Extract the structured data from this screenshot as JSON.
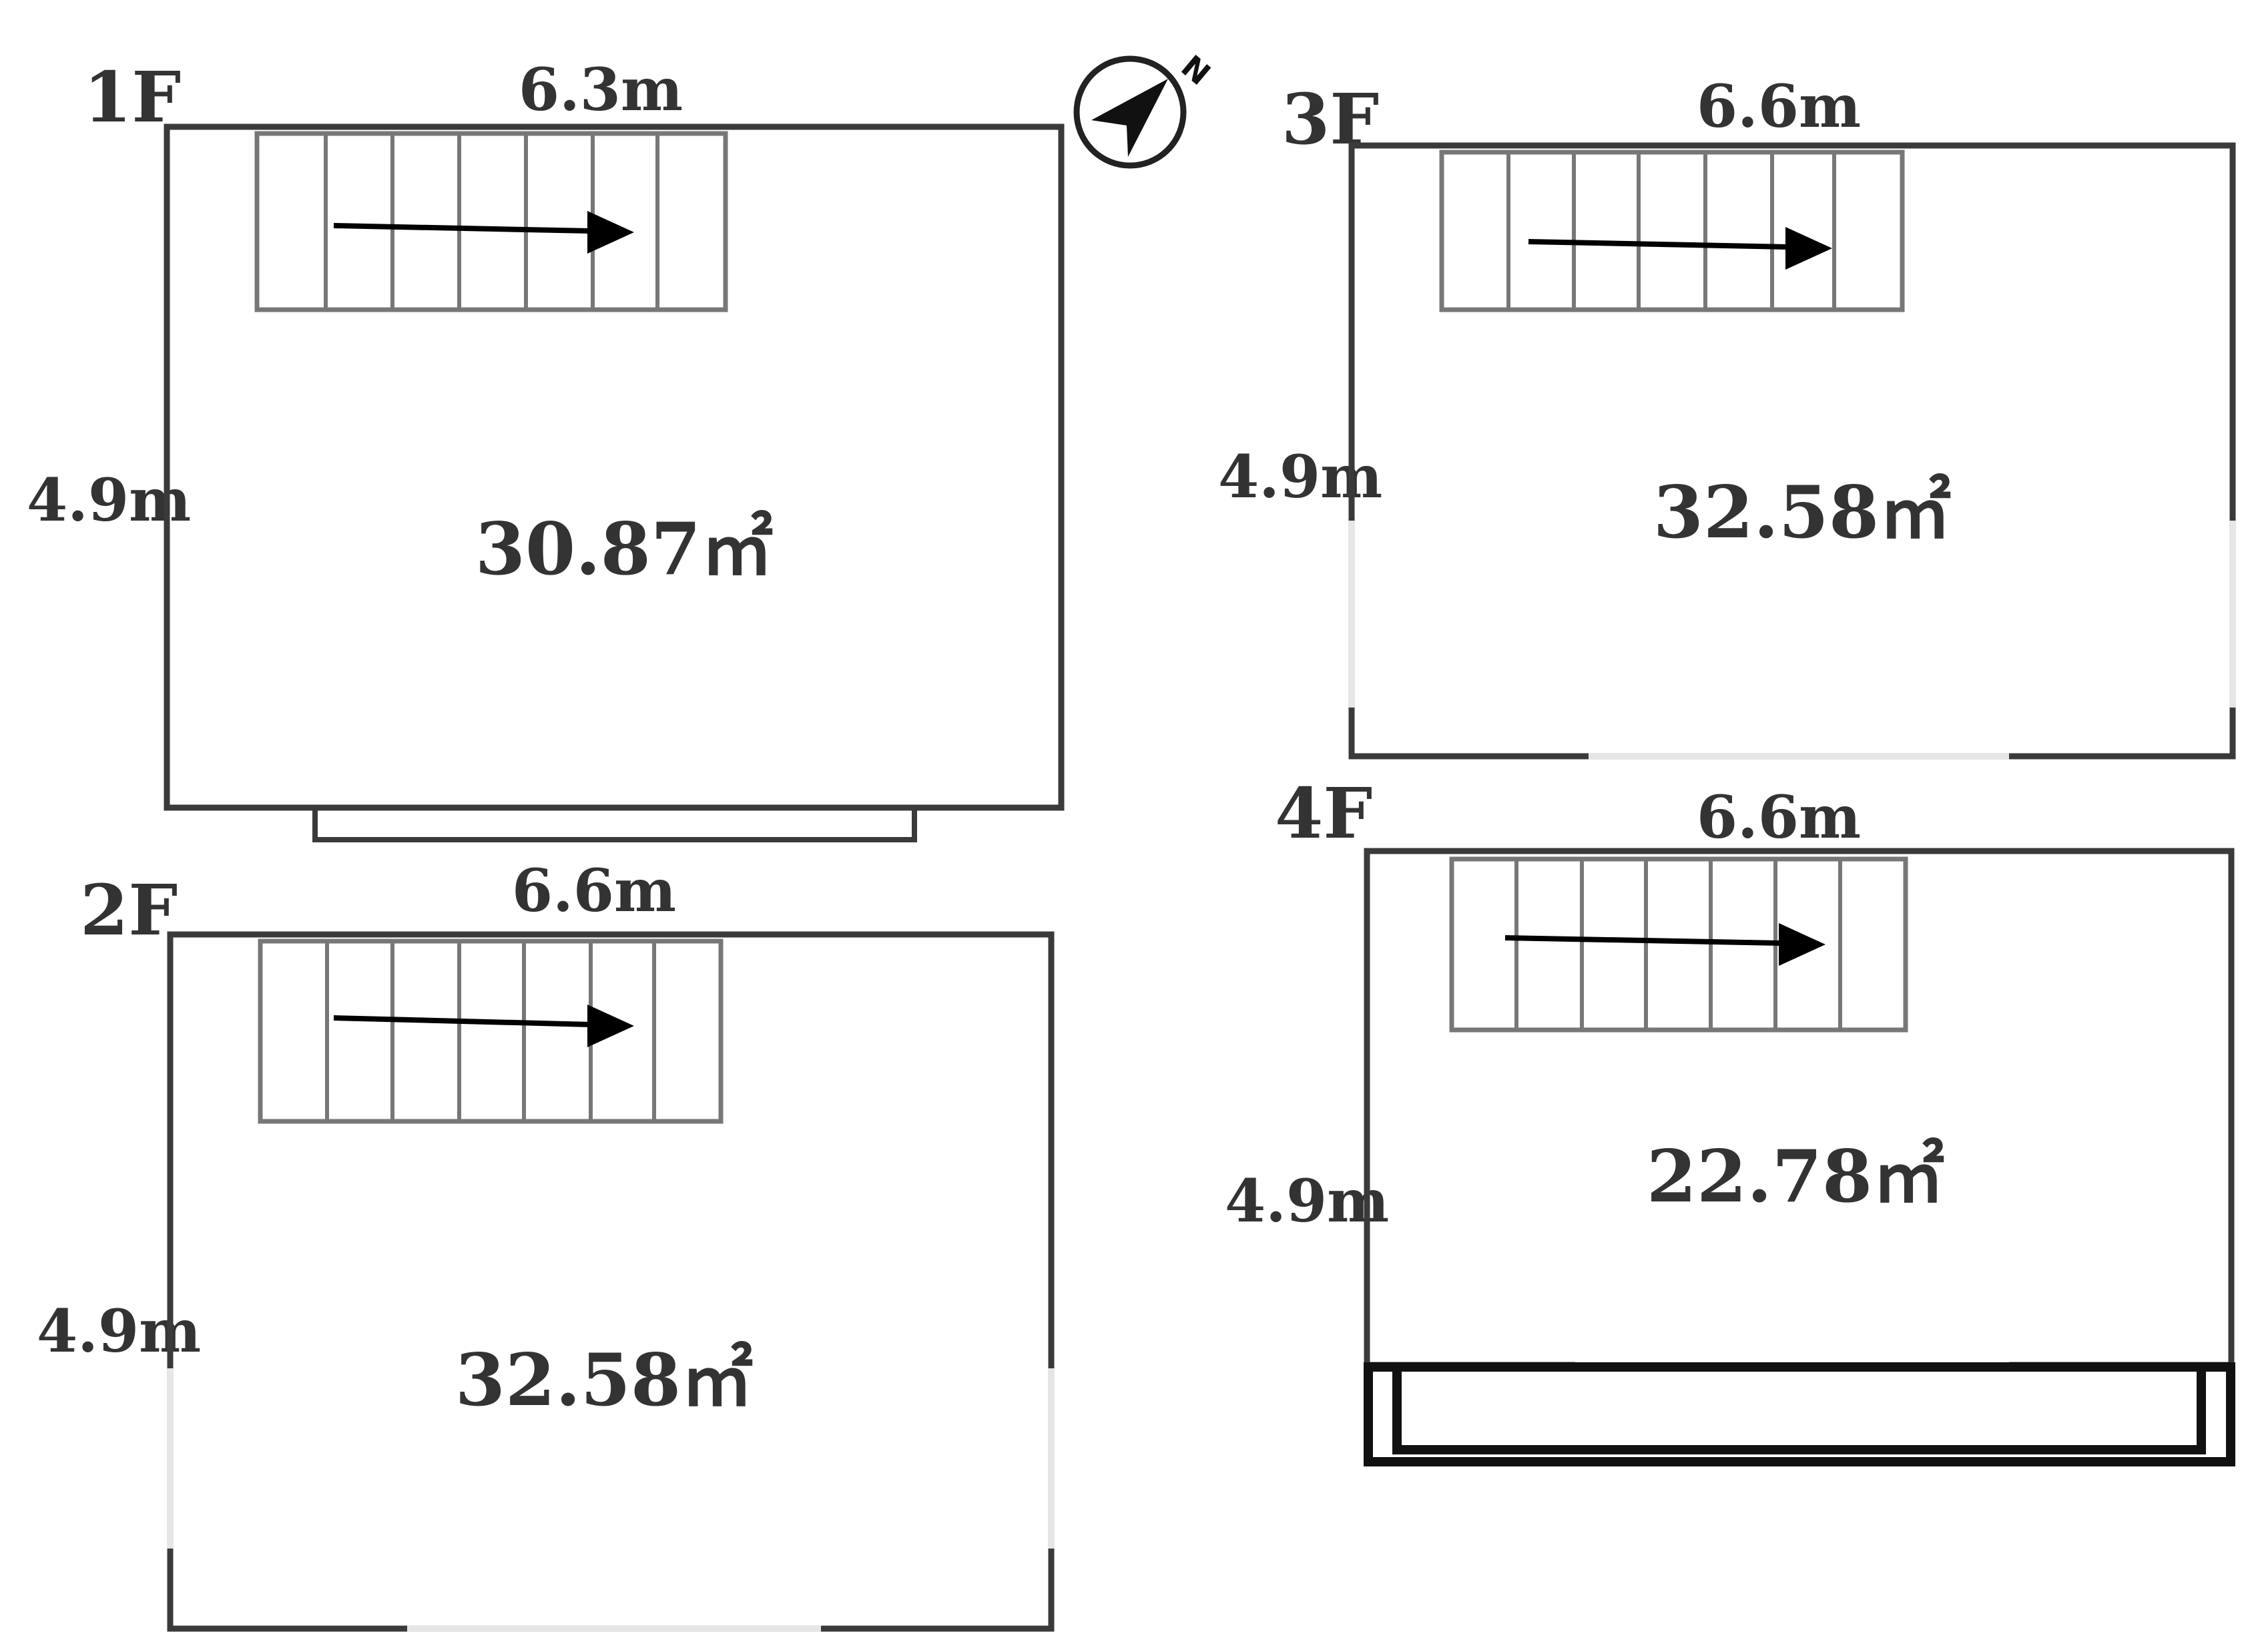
{
  "diagram": {
    "type": "floor-plan",
    "compass": {
      "icon": "north-compass-icon",
      "letter": "N"
    },
    "floors": [
      {
        "id": "1f",
        "name": "1F",
        "width": "6.3m",
        "depth": "4.9m",
        "area": "30.87㎡",
        "stair_direction": "right",
        "balcony": true
      },
      {
        "id": "2f",
        "name": "2F",
        "width": "6.6m",
        "depth": "4.9m",
        "area": "32.58㎡",
        "stair_direction": "right",
        "balcony": false
      },
      {
        "id": "3f",
        "name": "3F",
        "width": "6.6m",
        "depth": "4.9m",
        "area": "32.58㎡",
        "stair_direction": "right",
        "balcony": false
      },
      {
        "id": "4f",
        "name": "4F",
        "width": "6.6m",
        "depth": "4.9m",
        "area": "22.78㎡",
        "stair_direction": "right",
        "balcony": true
      }
    ]
  }
}
